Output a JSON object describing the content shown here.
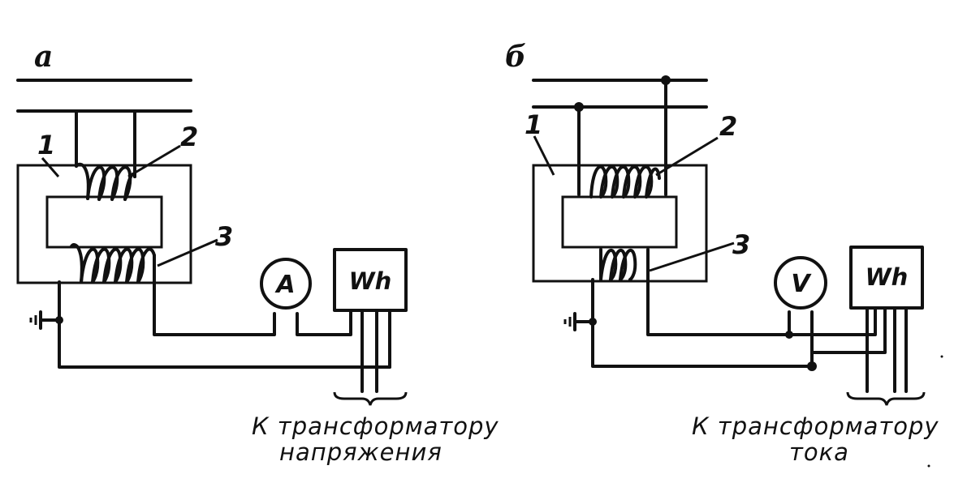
{
  "panels": {
    "a": {
      "letter": "а",
      "labels": {
        "core": "1",
        "primary": "2",
        "secondary": "3"
      },
      "meter_left": "A",
      "meter_right": "Wh",
      "caption_line1": "К трансформатору",
      "caption_line2": "напряжения"
    },
    "b": {
      "letter": "б",
      "labels": {
        "core": "1",
        "primary": "2",
        "secondary": "3"
      },
      "meter_left": "V",
      "meter_right": "Wh",
      "caption_line1": "К трансформатору",
      "caption_line2": "тока"
    }
  },
  "colors": {
    "ink": "#111111",
    "background": "#ffffff"
  }
}
